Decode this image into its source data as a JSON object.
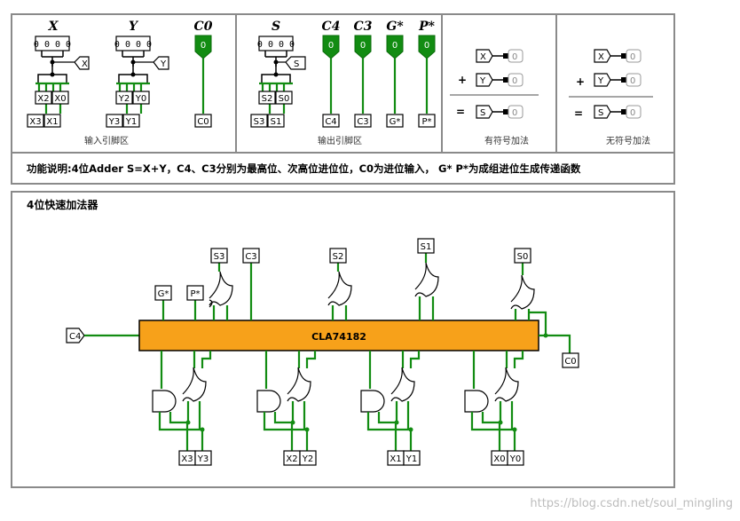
{
  "top_panel": {
    "inputs_title_x": "X",
    "inputs_title_y": "Y",
    "inputs_title_c0": "C0",
    "input_bits_display": "0 0 0 0",
    "x_label": "X",
    "y_label": "Y",
    "x_split": [
      "X2",
      "X0",
      "X3",
      "X1"
    ],
    "y_split": [
      "Y2",
      "Y0",
      "Y3",
      "Y1"
    ],
    "c0_value": "0",
    "c0_label": "C0",
    "input_area_caption": "输入引脚区",
    "outputs_titles": [
      "S",
      "C4",
      "C3",
      "G*",
      "P*"
    ],
    "s_label": "S",
    "s_split": [
      "S2",
      "S0",
      "S3",
      "S1"
    ],
    "output_values": [
      "0",
      "0",
      "0",
      "0"
    ],
    "output_labels": [
      "C4",
      "C3",
      "G*",
      "P*"
    ],
    "output_area_caption": "输出引脚区",
    "signed_caption": "有符号加法",
    "unsigned_caption": "无符号加法",
    "op_plus": "+",
    "op_eq": "=",
    "adder_rows": [
      "X",
      "Y",
      "S"
    ],
    "adder_value": "0",
    "description": "功能说明:4位Adder  S=X+Y，C4、C3分别为最高位、次高位进位位，C0为进位输入，  G* P*为成组进位生成传递函数"
  },
  "circuit_panel": {
    "title": "4位快速加法器",
    "chip_label": "CLA74182",
    "in_tunnels": [
      "X3",
      "Y3",
      "X2",
      "Y2",
      "X1",
      "Y1",
      "X0",
      "Y0"
    ],
    "out_tunnels": [
      "S3",
      "C3",
      "S2",
      "S1",
      "S0"
    ],
    "g_label": "G*",
    "p_label": "P*",
    "c4_label": "C4",
    "c0_label": "C0"
  },
  "watermark": "https://blog.csdn.net/soul_mingling",
  "colors": {
    "wire": "#128c12",
    "chip": "#f7a11a",
    "pin": "#0a6b0a"
  }
}
